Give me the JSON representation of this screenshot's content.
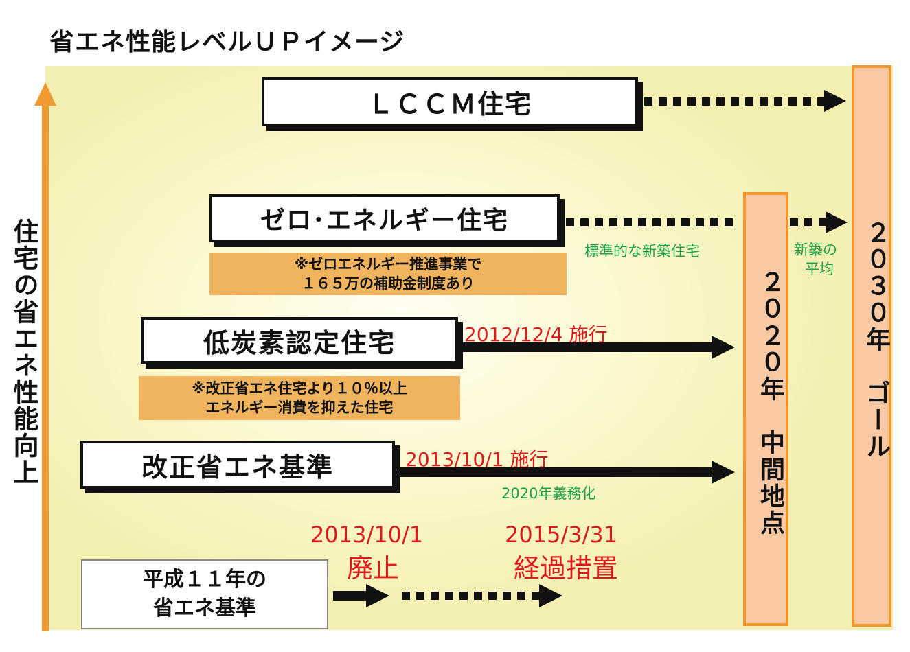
{
  "title": "省エネ性能レベルＵＰイメージ",
  "axis_label": "住宅の省エネ性能向上",
  "levels": {
    "lccm": {
      "label": "ＬＣＣＭ住宅"
    },
    "zero_energy": {
      "label": "ゼロ･エネルギー住宅",
      "note_line1": "※ゼロエネルギー推進事業で",
      "note_line2": "１６５万の補助金制度あり",
      "annotation": "標準的な新築住宅"
    },
    "low_carbon": {
      "label": "低炭素認定住宅",
      "note_line1": "※改正省エネ住宅より１０％以上",
      "note_line2": "エネルギー消費を抑えた住宅",
      "date": "2012/12/4 施行"
    },
    "revised_standard": {
      "label": "改正省エネ基準",
      "date": "2013/10/1 施行",
      "annotation": "2020年義務化"
    },
    "h11_standard": {
      "label_line1": "平成１１年の",
      "label_line2": "省エネ基準",
      "abolish_date": "2013/10/1",
      "abolish_label": "廃止",
      "transition_date": "2015/3/31",
      "transition_label": "経過措置"
    }
  },
  "milestones": {
    "y2020": {
      "label": "２０２０年　中間地点"
    },
    "y2030": {
      "label": "２０３０年　ゴール",
      "annotation_line1": "新築の",
      "annotation_line2": "平均"
    }
  },
  "colors": {
    "axis": "#f29a32",
    "milestone_fill": "#f8c9a3",
    "milestone_border": "#f0962f",
    "note_fill": "#f0b35e",
    "red_text": "#e0191e",
    "green_text": "#1aa44a"
  }
}
